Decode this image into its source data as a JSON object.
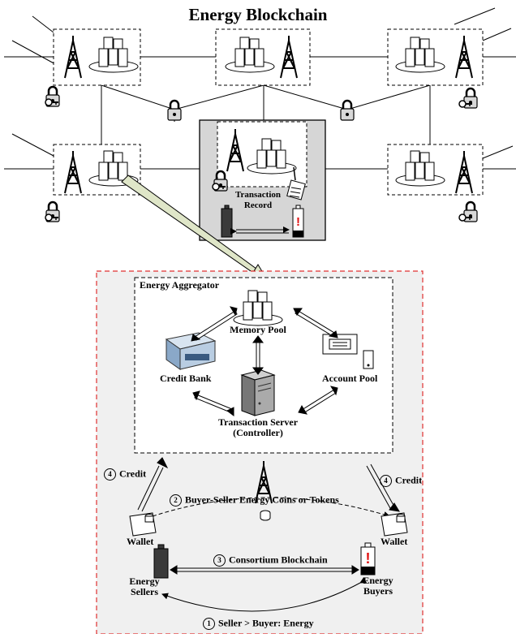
{
  "title": "Energy Blockchain",
  "top": {
    "transaction_record": "Transaction\nRecord"
  },
  "aggregator": {
    "title": "Energy Aggregator",
    "memory_pool": "Memory Pool",
    "credit_bank": "Credit Bank",
    "account_pool": "Account Pool",
    "transaction_server": "Transaction Server\n(Controller)"
  },
  "market": {
    "credit_left": "Credit",
    "credit_right": "Credit",
    "step1_num": "1",
    "step1_label": "Seller > Buyer: Energy",
    "step2_num": "2",
    "step2_label": "Buyer-Seller Energy Coins or Tokens",
    "step3_num": "3",
    "step3_label": "Consortium Blockchain",
    "step4_left_num": "4",
    "step4_right_num": "4",
    "wallet_left": "Wallet",
    "wallet_right": "Wallet",
    "energy_sellers": "Energy\nSellers",
    "energy_buyers": "Energy\nBuyers"
  },
  "colors": {
    "red_dashed": "#e03030",
    "gray_panel": "#d6d6d6",
    "light_panel": "#f0f0f0",
    "arrow_fill": "#dfe6c8",
    "battery_dark": "#3a3a3a",
    "alert_red": "#e01010"
  }
}
